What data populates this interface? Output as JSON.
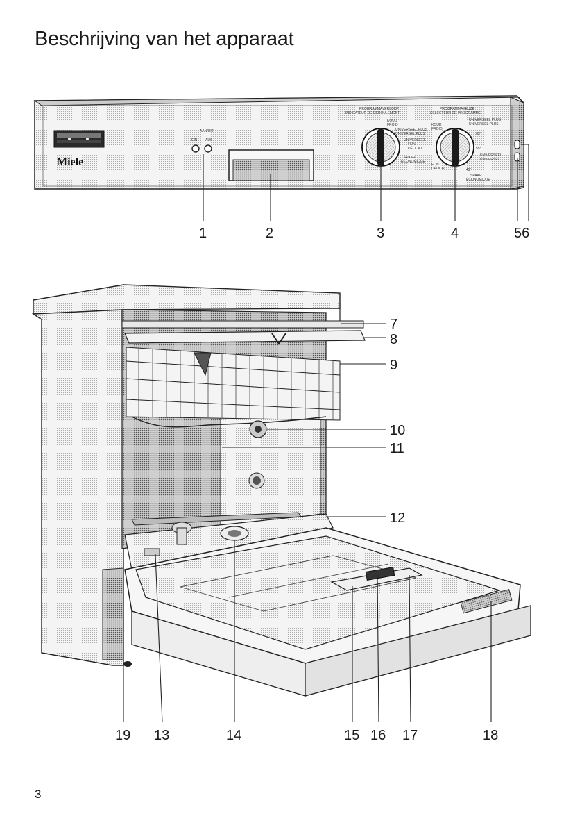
{
  "page": {
    "title": "Beschrijving van het apparaat",
    "page_number": "3"
  },
  "panel": {
    "brand": "Miele",
    "program_progress_header": "PROGRAMMAVERLOOP",
    "program_progress_header_fr": "INDICATEUR DE DÉROULEMENT",
    "program_select_header": "PROGRAMMAKEUZE",
    "program_select_header_fr": "SÉLECTEUR DE PROGRAMME",
    "switch_labels": [
      "AAN/UIT",
      "EIN",
      "AUS"
    ],
    "dial1_labels": [
      "KOUD",
      "FROID",
      "UNIVERSEEL PLUS",
      "UNIVERSEL PLUS",
      "UNIVERSEEL",
      "FIJN",
      "DÉLICAT",
      "SPAAR",
      "ÉCONOMIQUE"
    ],
    "dial2_labels": [
      "KOUD",
      "FROID",
      "UNIVERSEEL PLUS",
      "UNIVERSEL PLUS",
      "65°",
      "55°",
      "UNIVERSEEL",
      "UNIVERSEL",
      "FIJN",
      "DÉLICAT",
      "45°",
      "SPAAR",
      "ÉCONOMIQUE"
    ]
  },
  "callouts": {
    "c1": "1",
    "c2": "2",
    "c3": "3",
    "c4": "4",
    "c56": "56",
    "c7": "7",
    "c8": "8",
    "c9": "9",
    "c10": "10",
    "c11": "11",
    "c12": "12",
    "c19": "19",
    "c13": "13",
    "c14": "14",
    "c15": "15",
    "c16": "16",
    "c17": "17",
    "c18": "18"
  }
}
